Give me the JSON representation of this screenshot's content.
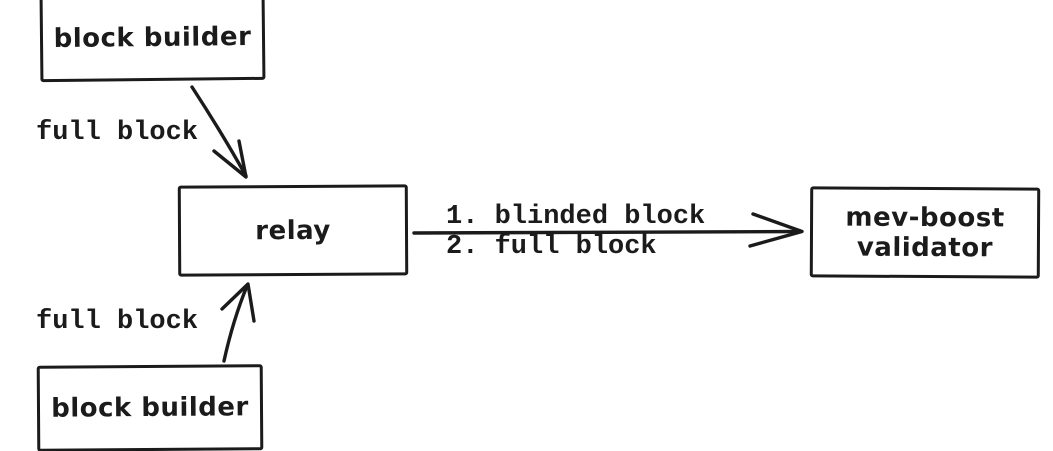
{
  "colors": {
    "background": "#ffffff",
    "ink": "#1b1b1b"
  },
  "nodes": [
    {
      "id": "block-builder-top",
      "label": "block builder"
    },
    {
      "id": "relay",
      "label": "relay"
    },
    {
      "id": "mev-boost-validator",
      "label_line1": "mev-boost",
      "label_line2": "validator"
    },
    {
      "id": "block-builder-bottom",
      "label": "block builder"
    }
  ],
  "edges": [
    {
      "id": "top-builder-to-relay",
      "label": "full block"
    },
    {
      "id": "bottom-builder-to-relay",
      "label": "full block"
    },
    {
      "id": "relay-to-validator",
      "label_line1": "1. blinded block",
      "label_line2": "2. full block"
    }
  ]
}
